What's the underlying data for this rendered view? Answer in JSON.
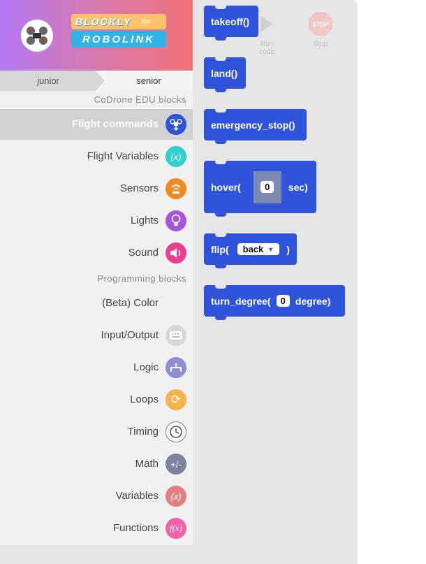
{
  "header": {
    "logo_blockly": "BLOCKLY",
    "logo_for": "for",
    "logo_robolink": "ROBOLINK"
  },
  "tabs": {
    "junior": "junior",
    "senior": "senior"
  },
  "sections": {
    "codrone": "CoDrone EDU blocks",
    "programming": "Programming blocks"
  },
  "categories": [
    {
      "label": "Flight commands",
      "icon": "drone-arrows-icon",
      "color": "#2f54db",
      "selected": true
    },
    {
      "label": "Flight Variables",
      "icon": "drone-variable-icon",
      "color": "#2fd0d0"
    },
    {
      "label": "Sensors",
      "icon": "sensor-icon",
      "color": "#f08b24"
    },
    {
      "label": "Lights",
      "icon": "lightbulb-icon",
      "color": "#a455d8"
    },
    {
      "label": "Sound",
      "icon": "speaker-icon",
      "color": "#f03c8e"
    },
    {
      "label": "(Beta) Color",
      "icon": "",
      "color": ""
    },
    {
      "label": "Input/Output",
      "icon": "keyboard-icon",
      "color": "#d6d6d6"
    },
    {
      "label": "Logic",
      "icon": "logic-fork-icon",
      "color": "#8c8fd4"
    },
    {
      "label": "Loops",
      "icon": "loop-arrows-icon",
      "color": "#f7b34a"
    },
    {
      "label": "Timing",
      "icon": "clock-icon",
      "color": "#d6d6d6"
    },
    {
      "label": "Math",
      "icon": "plus-minus-icon",
      "color": "#7c82a0"
    },
    {
      "label": "Variables",
      "icon": "variable-x-icon",
      "color": "#e07f7f"
    },
    {
      "label": "Functions",
      "icon": "function-fx-icon",
      "color": "#f063a9"
    }
  ],
  "toolbar": {
    "run_label": "Run code",
    "stop_label": "Stop",
    "stop_icon_text": "STOP"
  },
  "blocks": {
    "takeoff": "takeoff()",
    "land": "land()",
    "emergency_stop": "emergency_stop()",
    "hover_prefix": "hover(",
    "hover_value": "0",
    "hover_suffix": "sec)",
    "flip_prefix": "flip(",
    "flip_option": "back",
    "flip_suffix": ")",
    "turn_prefix": "turn_degree(",
    "turn_value": "0",
    "turn_suffix": "degree)"
  },
  "colors": {
    "block_blue": "#2f54db",
    "workspace_bg": "#e6e6e6",
    "sidebar_bg": "#f1f1f1"
  }
}
